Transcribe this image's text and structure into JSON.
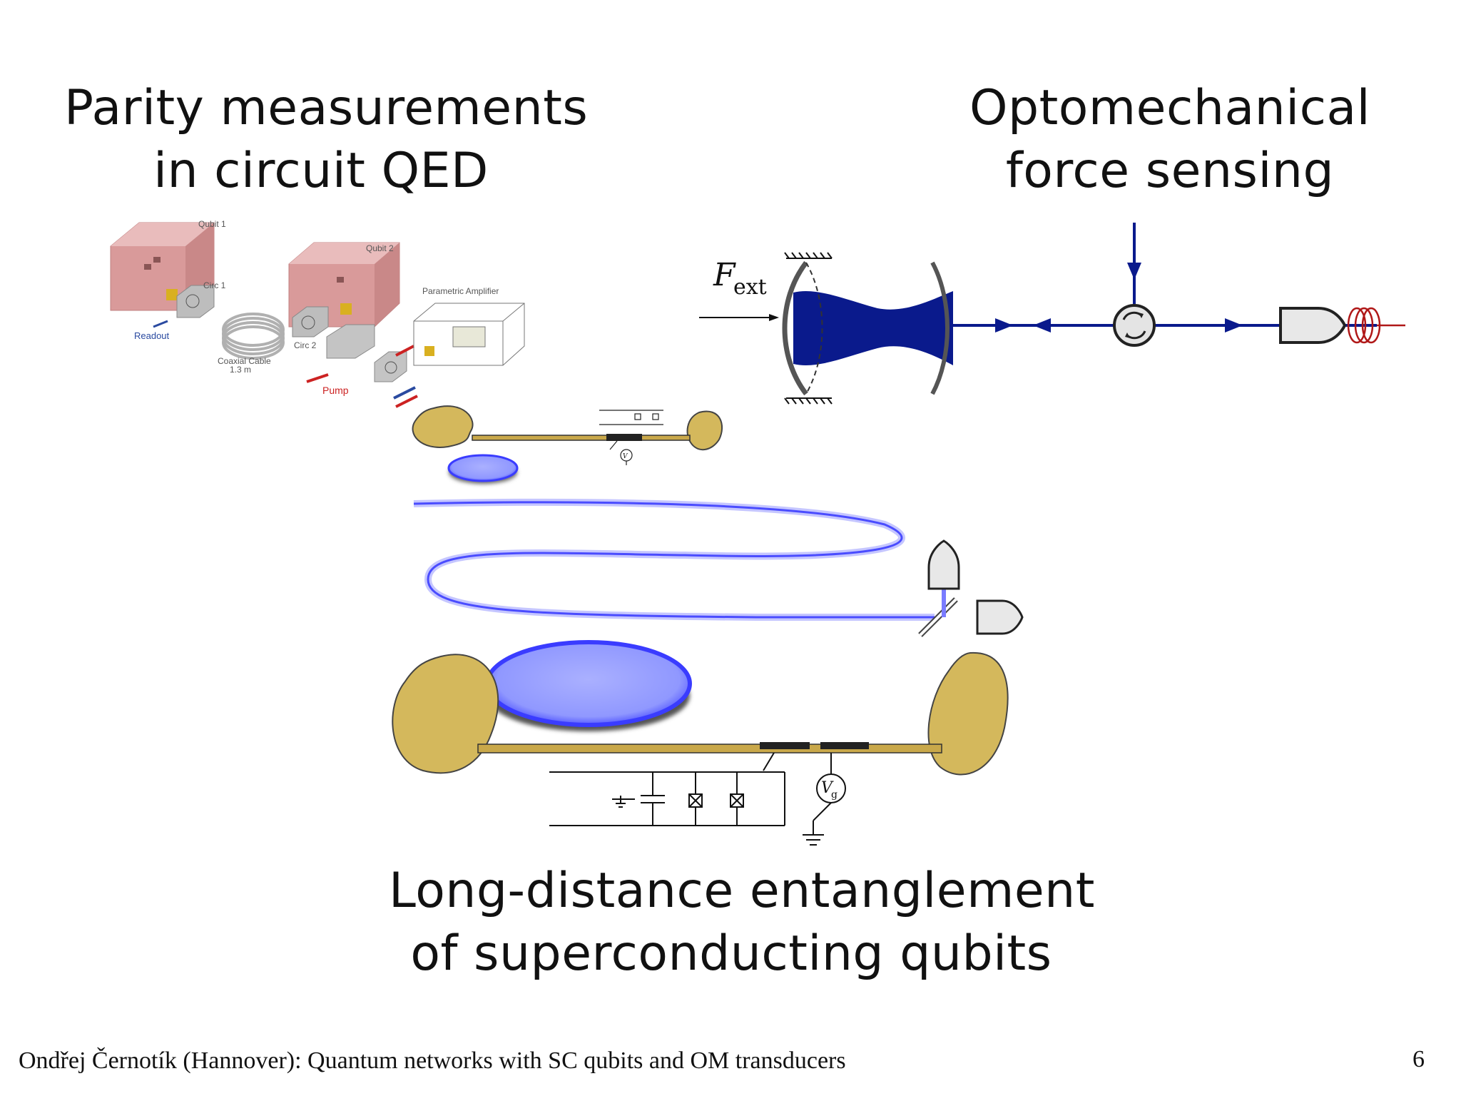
{
  "slide": {
    "titles": {
      "parity": [
        "Parity measurements",
        "in circuit QED"
      ],
      "optomech": [
        "Optomechanical",
        "force sensing"
      ],
      "entanglement": [
        "Long-distance entanglement",
        "of superconducting qubits"
      ]
    },
    "footer": "Ondřej Černotík (Hannover): Quantum networks with SC qubits and OM transducers",
    "page_number": "6"
  },
  "cqed_figure": {
    "qubit1": "Qubit 1",
    "qubit2": "Qubit 2",
    "circ1": "Circ 1",
    "circ2": "Circ 2",
    "readout": "Readout",
    "coax_line1": "Coaxial Cable",
    "coax_line2": "1.3 m",
    "pump": "Pump",
    "amplifier": "Parametric Amplifier"
  },
  "optomech_figure": {
    "force_symbol": "F",
    "force_subscript": "ext"
  },
  "qubit_circuit": {
    "gate_voltage_symbol": "V",
    "gate_voltage_subscript": "g"
  },
  "colors": {
    "cavity_blue": "#0a1a8c",
    "gold_pad": "#d4b85c",
    "membrane_blue": "#9aa0ff",
    "fiber_red": "#b01818",
    "box_pink": "#d99a9a"
  }
}
